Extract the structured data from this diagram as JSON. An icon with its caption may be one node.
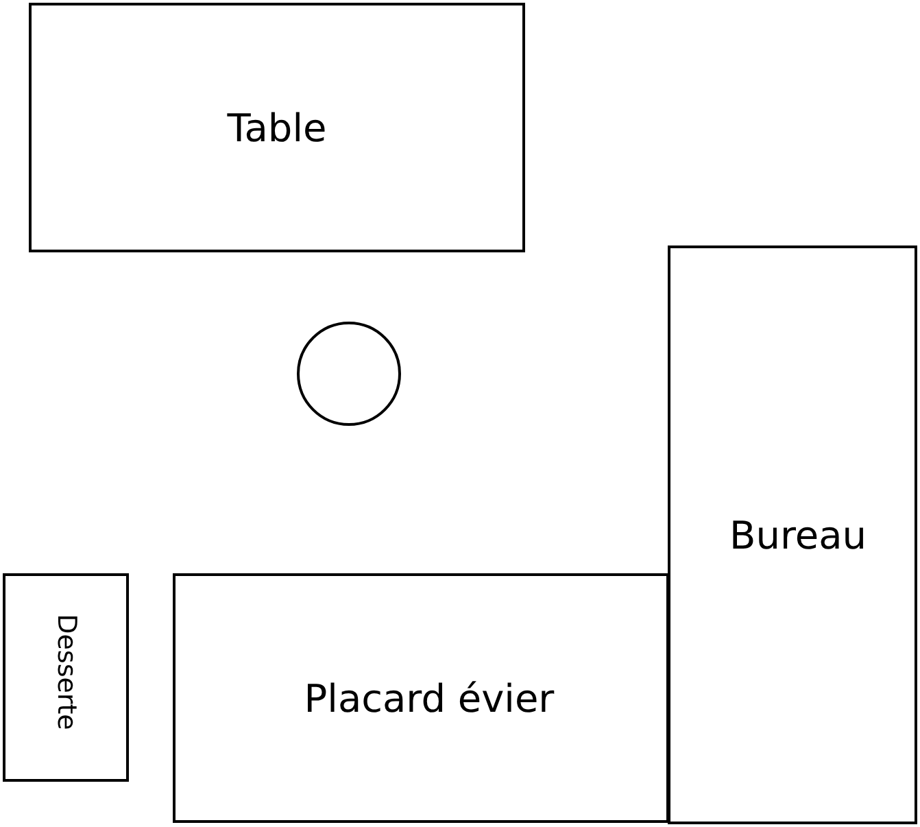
{
  "diagram": {
    "nodes": [
      {
        "text": [
          "Table"
        ]
      },
      {
        "text": [],
        "shape": "circle"
      },
      {
        "text": [
          "Bureau"
        ]
      },
      {
        "text": [
          "Desserte"
        ]
      },
      {
        "text": [
          "Placard évier"
        ]
      }
    ]
  }
}
